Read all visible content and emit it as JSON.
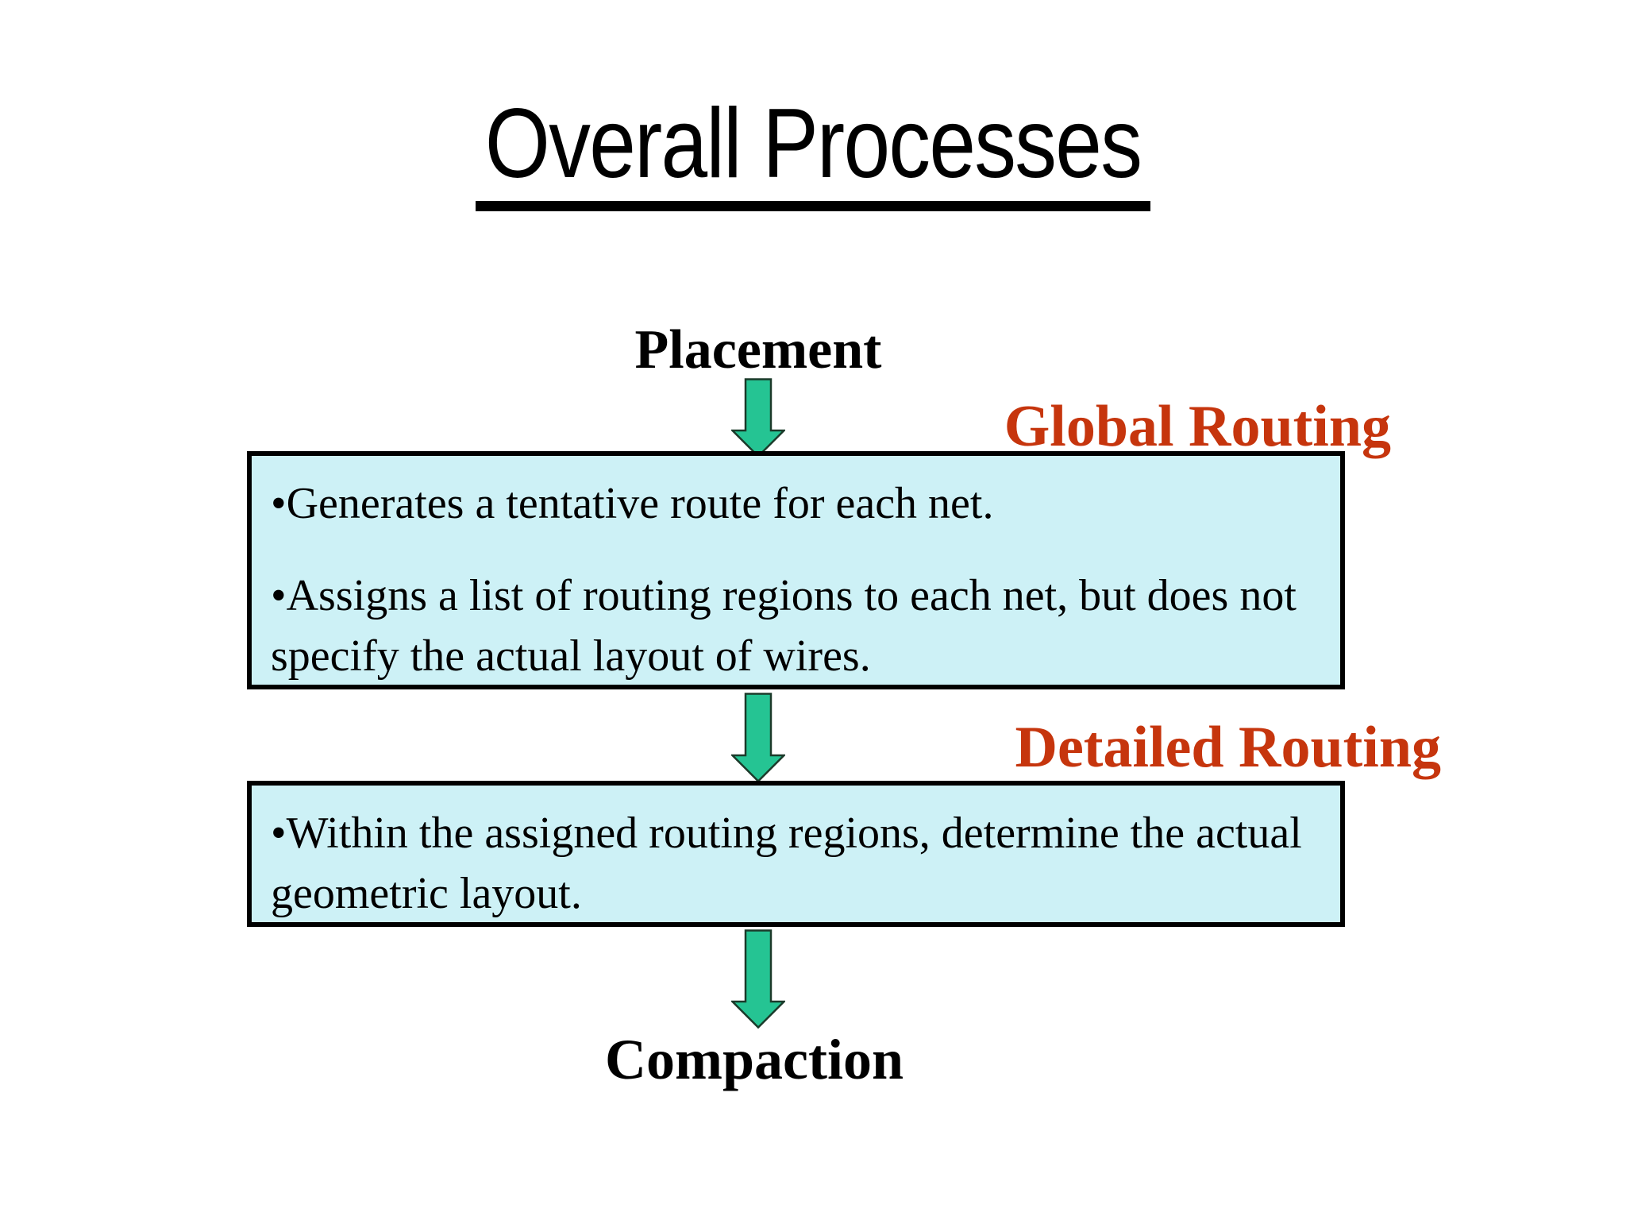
{
  "slide": {
    "title": "Overall Processes",
    "flow": {
      "start_label": "Placement",
      "end_label": "Compaction",
      "stages": [
        {
          "label": "Global Routing",
          "bullets": [
            "Generates a tentative route for each net.",
            "Assigns a list of routing regions to each net, but does not specify the actual layout of wires."
          ]
        },
        {
          "label": "Detailed Routing",
          "bullets": [
            "Within the assigned routing regions, determine the actual geometric layout."
          ]
        }
      ]
    }
  },
  "icons": {
    "flow_connector": "down-arrow-icon"
  },
  "colors": {
    "background": "#FFFFFF",
    "title_text": "#000000",
    "body_text": "#000000",
    "box_fill": "#CDF1F6",
    "box_border": "#000000",
    "stage_label_red": "#C6350D",
    "arrow_fill": "#25C493",
    "arrow_outline": "#1B3A2A"
  }
}
